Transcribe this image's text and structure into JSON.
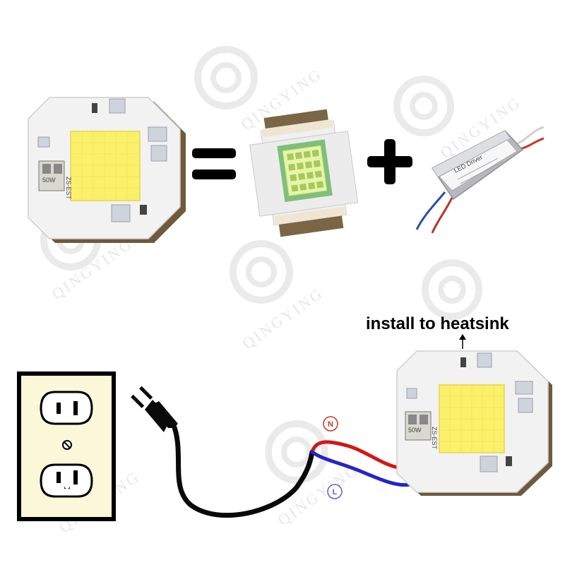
{
  "annotation": {
    "heatsink": "install to heatsink"
  },
  "wire_labels": {
    "neutral": "N",
    "live": "L"
  },
  "chip_label": {
    "power": "50W",
    "model": "ZS-EST"
  },
  "driver_label": {
    "title": "LED Driver"
  },
  "watermark": {
    "text": "QINGYING"
  },
  "colors": {
    "neutral_wire": "#d01818",
    "live_wire": "#2424c8",
    "plug_cord": "#0a0a0a",
    "led_phosphor": "#fbf06a",
    "board": "#f2f2f2",
    "outlet_frame": "#fbf7d9",
    "n_badge": "#c0392b",
    "l_badge": "#6a5acd"
  },
  "icons": {
    "equals": "equals-sign-icon",
    "plus": "plus-sign-icon",
    "arrow": "arrow-up-icon",
    "outlet": "wall-outlet-icon",
    "plug": "power-plug-icon"
  }
}
